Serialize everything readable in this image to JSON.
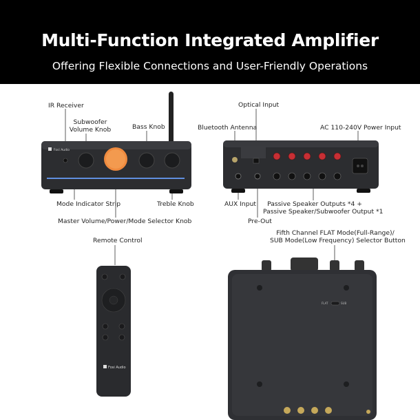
{
  "header": {
    "title": "Multi-Function Integrated Amplifier",
    "subtitle": "Offering Flexible Connections and User-Friendly Operations"
  },
  "front_panel": {
    "brand": "Fosi Audio",
    "labels": {
      "ir_receiver": "IR Receiver",
      "subwoofer_line1": "Subwoofer",
      "subwoofer_line2": "Volume Knob",
      "bass": "Bass Knob",
      "mode_strip": "Mode Indicator Strip",
      "treble": "Treble Knob",
      "master": "Master Volume/Power/Mode Selector Knob"
    }
  },
  "rear_panel": {
    "labels": {
      "optical": "Optical Input",
      "bluetooth": "Bluetooth Antenna",
      "ac": "AC 110-240V Power Input",
      "aux": "AUX Input",
      "passive_line1": "Passive Speaker Outputs *4 +",
      "passive_line2": "Passive Speaker/Subwoofer Output *1",
      "preout": "Pre-Out"
    }
  },
  "remote": {
    "label": "Remote Control",
    "brand": "Fosi Audio"
  },
  "top_view": {
    "label_line1": "Fifth Channel FLAT Mode(Full-Range)/",
    "label_line2": "SUB Mode(Low Frequency) Selector Button",
    "switch_left": "FLAT",
    "switch_right": "SUB"
  }
}
